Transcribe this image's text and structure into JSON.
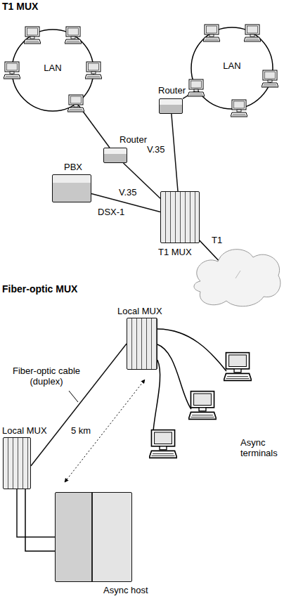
{
  "diagram": {
    "nodes": [
      {
        "text": [
          "LAN"
        ]
      },
      {
        "text": [
          "LAN"
        ]
      },
      {
        "text": [
          "Router"
        ]
      },
      {
        "text": [
          "Router"
        ]
      },
      {
        "text": [
          "PBX"
        ]
      },
      {
        "text": [
          "T1 MUX"
        ]
      },
      {
        "text": [
          "Local MUX"
        ]
      },
      {
        "text": [
          "Local MUX"
        ]
      },
      {
        "text": [
          "Async host"
        ]
      }
    ],
    "edges": [
      {
        "from": 0,
        "to": 2,
        "arrow": "none"
      },
      {
        "from": 1,
        "to": 3,
        "arrow": "none"
      },
      {
        "from": 2,
        "to": 5,
        "label": "V.35",
        "arrow": "none"
      },
      {
        "from": 3,
        "to": 5,
        "label": "V.35",
        "arrow": "none"
      },
      {
        "from": 4,
        "to": 5,
        "label": "DSX-1",
        "arrow": "none"
      },
      {
        "from": 7,
        "to": 6,
        "arrow": "none"
      },
      {
        "from": 7,
        "to": 8,
        "arrow": "none"
      }
    ],
    "labels": [
      "T1 MUX",
      "Fiber-optic MUX",
      "T1",
      "Fiber-optic cable (duplex)",
      "5 km",
      "Async terminals"
    ]
  }
}
